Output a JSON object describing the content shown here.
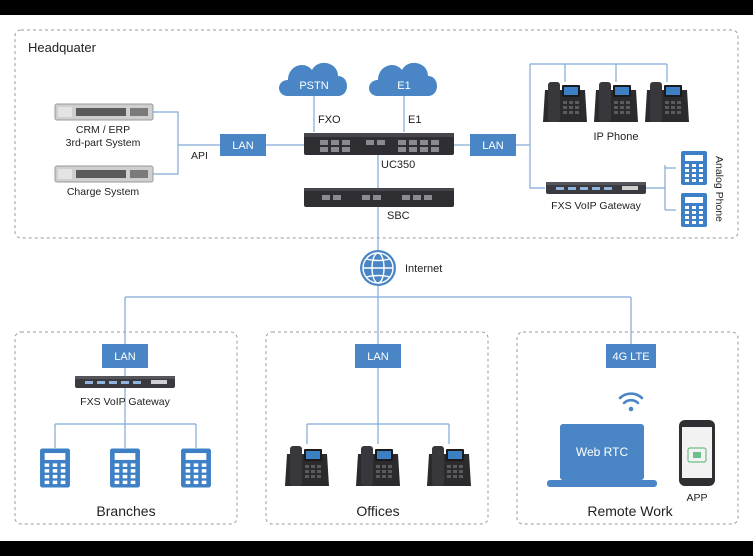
{
  "headquarter": {
    "title": "Headquater",
    "pstn": "PSTN",
    "e1_cloud": "E1",
    "fxo": "FXO",
    "e1_link": "E1",
    "crm_line1": "CRM / ERP",
    "crm_line2": "3rd-part System",
    "charge": "Charge System",
    "api": "API",
    "lan_left": "LAN",
    "lan_right": "LAN",
    "uc350": "UC350",
    "sbc": "SBC",
    "ip_phone": "IP Phone",
    "fxs_gateway": "FXS VoIP Gateway",
    "analog_phone": "Analog Phone"
  },
  "internet": "Internet",
  "branches": {
    "title": "Branches",
    "lan": "LAN",
    "gateway": "FXS VoIP Gateway"
  },
  "offices": {
    "title": "Offices",
    "lan": "LAN"
  },
  "remote": {
    "title": "Remote Work",
    "lte": "4G LTE",
    "webrtc": "Web RTC",
    "app": "APP"
  },
  "colors": {
    "accent": "#4a86c5",
    "line": "#7fa9d6",
    "border": "#9a9a9a",
    "device": "#2e2e33"
  }
}
